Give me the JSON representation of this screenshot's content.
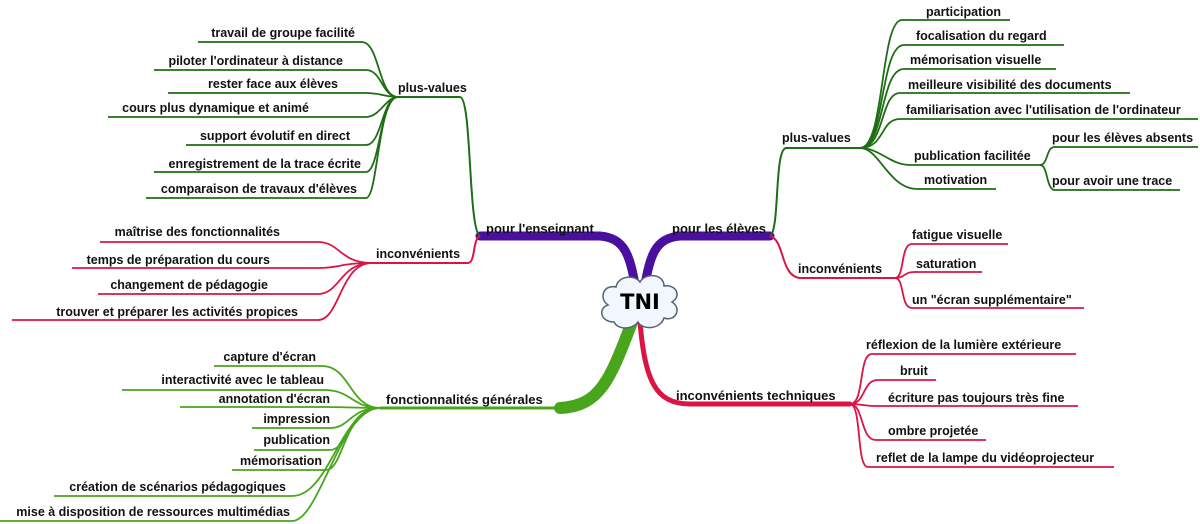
{
  "center": {
    "label": "TNI",
    "shape": "cloud-icon"
  },
  "colors": {
    "purple": "#4b0fa0",
    "darkgreen": "#1e6e14",
    "crimson": "#dc1446",
    "lightgreen": "#48a51c"
  },
  "left": {
    "enseignant": {
      "label": "pour l'enseignant",
      "plus_values": {
        "label": "plus-values",
        "items": [
          "travail de groupe facilité",
          "piloter l'ordinateur à distance",
          "rester face aux élèves",
          "cours plus dynamique et animé",
          "support évolutif en direct",
          "enregistrement de la trace écrite",
          "comparaison de travaux d'élèves"
        ]
      },
      "inconvenients": {
        "label": "inconvénients",
        "items": [
          "maîtrise des fonctionnalités",
          "temps de préparation du cours",
          "changement de pédagogie",
          "trouver et préparer les activités propices"
        ]
      }
    },
    "fonctionnalites": {
      "label": "fonctionnalités générales",
      "items": [
        "capture d'écran",
        "interactivité avec le tableau",
        "annotation d'écran",
        "impression",
        "publication",
        "mémorisation",
        "création de scénarios pédagogiques",
        "mise à disposition de ressources multimédias"
      ]
    }
  },
  "right": {
    "eleves": {
      "label": "pour les élèves",
      "plus_values": {
        "label": "plus-values",
        "items": [
          "participation",
          "focalisation du regard",
          "mémorisation visuelle",
          "meilleure visibilité des documents",
          "familiarisation avec l'utilisation de l'ordinateur",
          "publication facilitée",
          "motivation"
        ],
        "publication_sub": [
          "pour les élèves absents",
          "pour avoir une trace"
        ]
      },
      "inconvenients": {
        "label": "inconvénients",
        "items": [
          "fatigue visuelle",
          "saturation",
          "un \"écran supplémentaire\""
        ]
      }
    },
    "techniques": {
      "label": "inconvénients techniques",
      "items": [
        "réflexion de la lumière extérieure",
        "bruit",
        "écriture pas toujours très fine",
        "ombre projetée",
        "reflet de la lampe du vidéoprojecteur"
      ]
    }
  }
}
